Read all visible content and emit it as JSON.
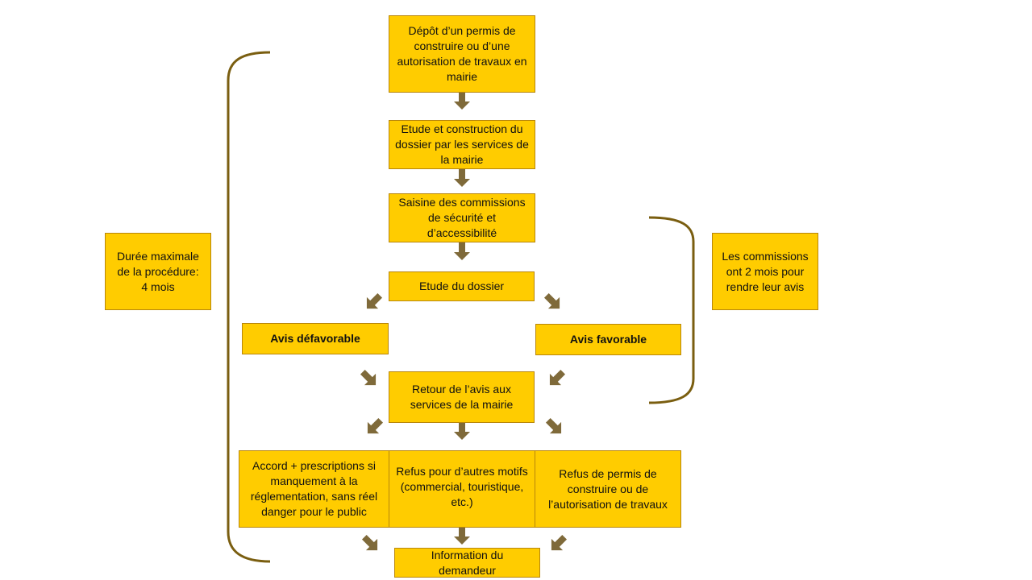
{
  "colors": {
    "box_fill": "#FFCC00",
    "box_border": "#B8860B",
    "arrow": "#7F6A3A",
    "bracket": "#7A5E10"
  },
  "boxes": {
    "depot": "Dépôt d’un permis de construire ou d’une autorisation de travaux en mairie",
    "etude_construction": "Etude et construction du dossier par les services de la mairie",
    "saisine": "Saisine des commissions de sécurité et d’accessibilité",
    "etude_dossier": "Etude du dossier",
    "avis_defavorable": "Avis défavorable",
    "avis_favorable": "Avis favorable",
    "retour_avis": "Retour de l’avis aux services de la mairie",
    "accord": "Accord + prescriptions si manquement  à la réglementation, sans réel danger pour le public",
    "refus_autres": "Refus pour d’autres motifs\n(commercial, touristique, etc.)",
    "refus_permis": "Refus de permis de construire ou de l’autorisation de travaux",
    "information": "Information du demandeur",
    "duree_maximale": "Durée maximale de la procédure: 4 mois",
    "commissions_delai": "Les commissions ont 2 mois pour rendre leur avis"
  }
}
